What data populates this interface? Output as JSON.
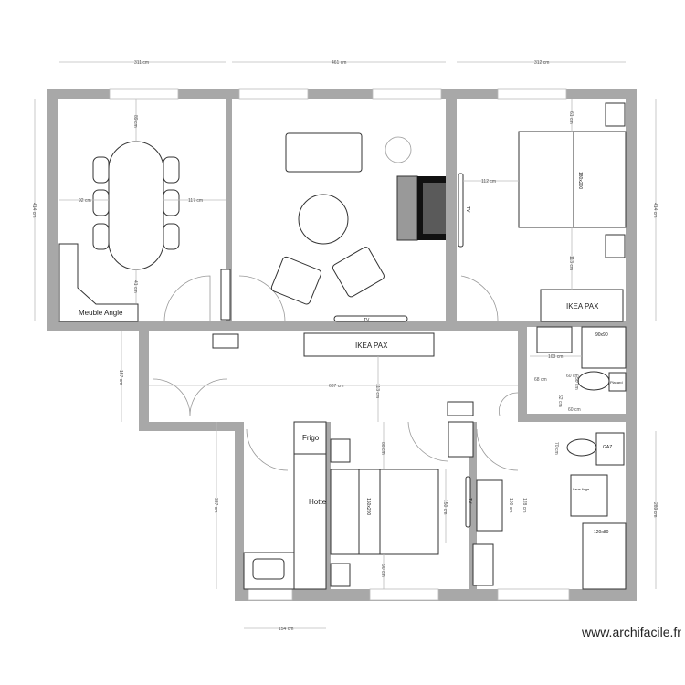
{
  "dimensions": {
    "top_left": "311 cm",
    "top_mid": "461 cm",
    "top_right": "312 cm",
    "left_height": "414 cm",
    "right_height": "414 cm",
    "corridor_height": "157 cm",
    "corridor_length": "687 cm",
    "corridor_depth": "113 cm",
    "kitchen_height": "387 cm",
    "kitchen_width": "154 cm",
    "bath_height": "289 cm",
    "dining_top": "89 cm",
    "dining_left": "92 cm",
    "dining_right": "117 cm",
    "dining_bottom": "41 cm",
    "bed1_top": "61 cm",
    "bed1_left": "112 cm",
    "bed1_bottom": "113 cm",
    "wc_width": "103 cm",
    "wc_a": "68 cm",
    "wc_b": "60 cm",
    "wc_c": "62 cm",
    "wc_d": "60 cm",
    "wc_e": "50 cm",
    "gaz_depth": "70 cm",
    "bed2_top": "88 cm",
    "bed2_right": "150 cm",
    "bed2_bottom": "90 cm",
    "sink_width": "100 cm",
    "sink_depth": "128 cm"
  },
  "labels": {
    "corner_unit": "Meuble Angle",
    "wardrobe_corridor": "IKEA PAX",
    "wardrobe_bedroom": "IKEA PAX",
    "tv_living": "TV",
    "tv_bedroom1": "TV",
    "tv_bedroom2": "TV",
    "bed1": "180x200",
    "bed2": "160x200",
    "fridge": "Frigo",
    "hood": "Hotte",
    "closet": "Placard",
    "gas": "GAZ",
    "shower": "120x80",
    "shower_small": "90x90",
    "washer": "Lave linge"
  },
  "watermark": "www.archifacile.fr",
  "colors": {
    "wall": "#a8a8a8",
    "line": "#333333"
  }
}
